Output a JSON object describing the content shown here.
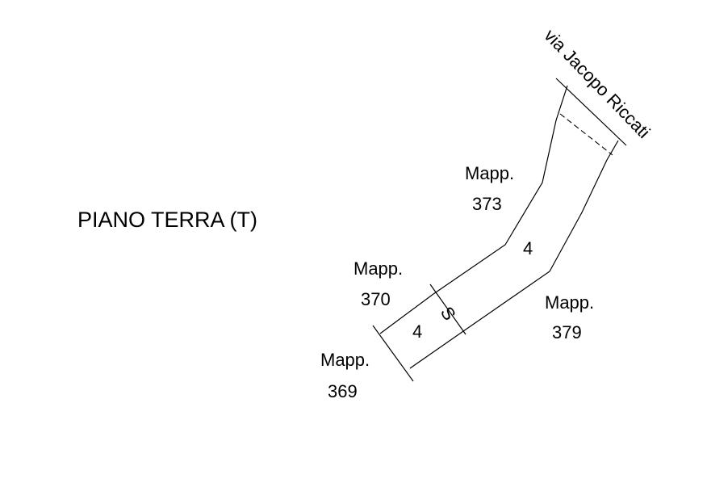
{
  "title": "PIANO TERRA (T)",
  "street": "via Jacopo Riccati",
  "parcels": [
    {
      "line1": "Mapp.",
      "line2": "373"
    },
    {
      "line1": "Mapp.",
      "line2": "370"
    },
    {
      "line1": "Mapp.",
      "line2": "379"
    },
    {
      "line1": "Mapp.",
      "line2": "369"
    }
  ],
  "room_labels": {
    "upper": "4",
    "lower": "4",
    "stair": "S"
  }
}
